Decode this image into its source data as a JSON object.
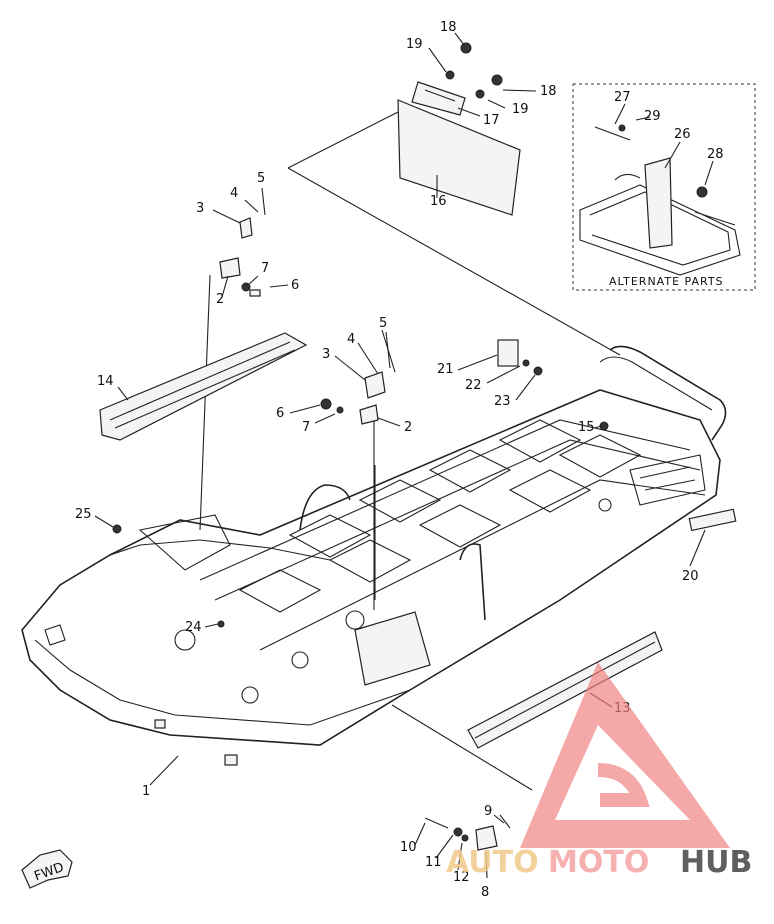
{
  "diagram": {
    "callouts": [
      "1",
      "2",
      "2",
      "3",
      "3",
      "4",
      "4",
      "5",
      "5",
      "6",
      "6",
      "7",
      "7",
      "8",
      "9",
      "10",
      "11",
      "12",
      "13",
      "14",
      "15",
      "16",
      "17",
      "18",
      "18",
      "19",
      "19",
      "20",
      "21",
      "22",
      "23",
      "24",
      "25",
      "26",
      "27",
      "28",
      "29"
    ],
    "alternate_parts_label": "ALTERNATE PARTS",
    "fwd_label": "FWD"
  },
  "watermark": {
    "text_auto": "AUTO",
    "text_moto": "MOTO",
    "text_hub": "HUB",
    "color_auto": "#f2c98a",
    "color_moto": "#f4a3a3",
    "color_hub": "#444444",
    "logo_color": "#f08080"
  }
}
